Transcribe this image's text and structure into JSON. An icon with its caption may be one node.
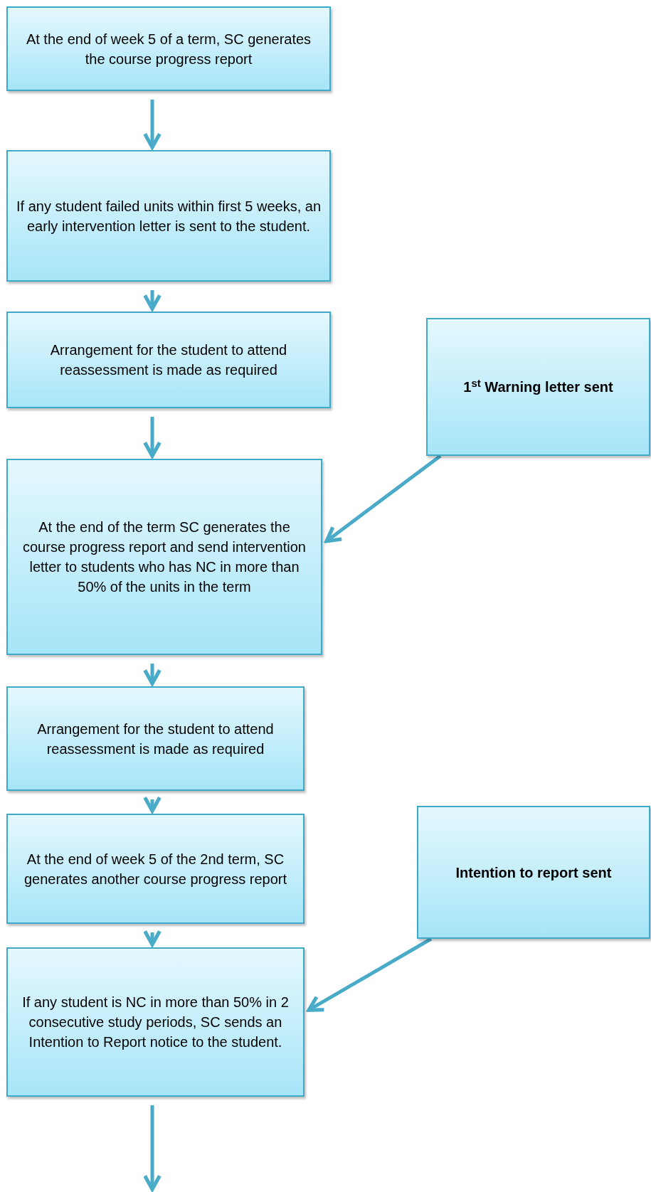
{
  "diagram": {
    "nodes": [
      {
        "text": [
          "At the end of week 5 of a term, SC generates the course progress report"
        ]
      },
      {
        "text": [
          "If any student failed units within first 5 weeks, an early intervention letter is sent to the student."
        ]
      },
      {
        "text": [
          "Arrangement for the student to attend reassessment is made as required"
        ]
      },
      {
        "text": [
          "At the end of the term SC generates the course progress report and send intervention letter to students who has NC in more than 50% of the units in the term"
        ]
      },
      {
        "text": [
          "Arrangement for the student to attend reassessment is made as required"
        ]
      },
      {
        "text": [
          "At the end of week 5 of the 2nd term, SC generates another course progress report"
        ]
      },
      {
        "text": [
          "If any student is NC in more than 50% in 2 consecutive study periods, SC sends an Intention to Report notice to the student."
        ]
      },
      {
        "text": [
          "1$^{st}$ Warning letter sent"
        ]
      },
      {
        "text": [
          "Intention to report sent"
        ]
      }
    ],
    "edges": [
      {
        "from": 0,
        "to": 1,
        "arrow": "to"
      },
      {
        "from": 1,
        "to": 2,
        "arrow": "to"
      },
      {
        "from": 2,
        "to": 3,
        "arrow": "to"
      },
      {
        "from": 3,
        "to": 4,
        "arrow": "to"
      },
      {
        "from": 4,
        "to": 5,
        "arrow": "to"
      },
      {
        "from": 5,
        "to": 6,
        "arrow": "to"
      },
      {
        "from": 6,
        "to": null,
        "arrow": "to"
      },
      {
        "from": 7,
        "to": 3,
        "arrow": "to"
      },
      {
        "from": 8,
        "to": 6,
        "arrow": "to"
      }
    ]
  }
}
